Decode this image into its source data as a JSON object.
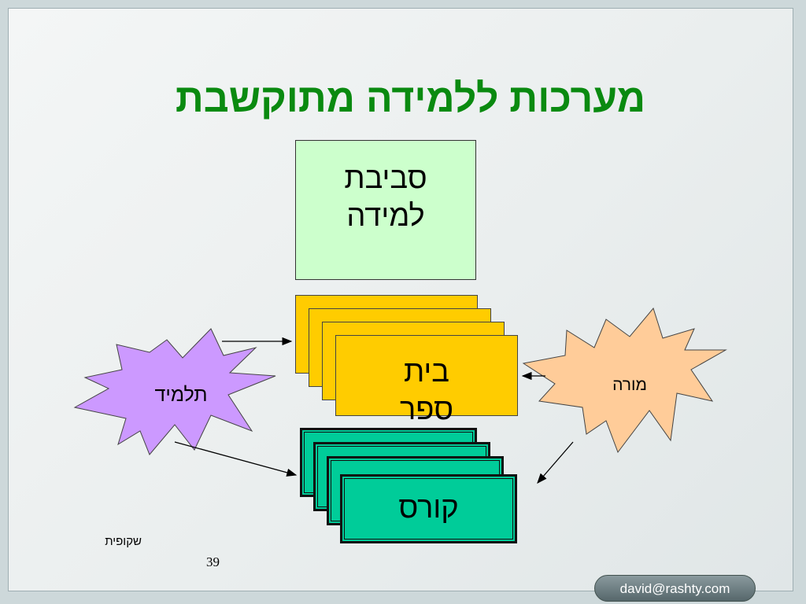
{
  "title": "מערכות ללמידה מתוקשבת",
  "nodes": {
    "learning_env": {
      "line1": "סביבת",
      "line2": "למידה"
    },
    "school": {
      "line1": "בית",
      "line2": "ספר"
    },
    "course": {
      "label": "קורס"
    },
    "student": {
      "label": "תלמיד"
    },
    "teacher": {
      "label": "מורה"
    }
  },
  "colors": {
    "title": "#0a8a10",
    "learning_env": "#ccffcc",
    "school": "#ffcc00",
    "course": "#00cc99",
    "student": "#cc99ff",
    "teacher": "#ffcc99"
  },
  "footer": {
    "label": "שקופית",
    "page_number": "39",
    "email": "david@rashty.com"
  }
}
